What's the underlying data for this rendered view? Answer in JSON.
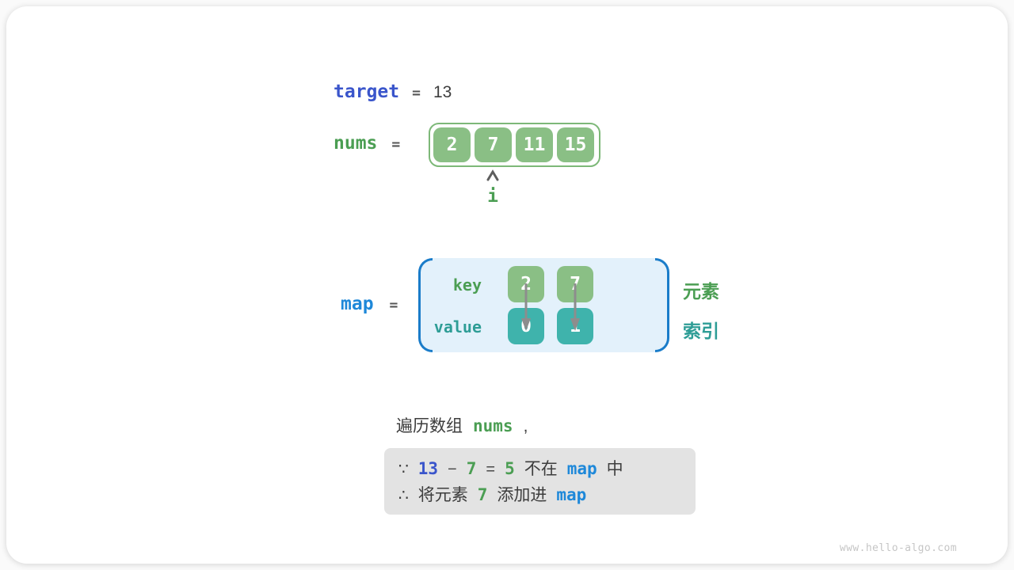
{
  "colors": {
    "indigo": "#3a55cb",
    "azure": "#1e88d9",
    "green-text": "#4b9e53",
    "teal-text": "#2e9d96",
    "green-cell": "#8abf85",
    "green-border": "#7db878",
    "teal-cell": "#3fb3ac",
    "dark-text": "#3d3d3d",
    "muted-eq": "#555555",
    "arrow-gray": "#8d8d8d",
    "map-fill": "#e3f1fb",
    "map-bracket": "#1a7cc9",
    "note-bg": "#e3e3e3",
    "watermark": "#c6c6c6"
  },
  "target_row": {
    "label": "target",
    "equals": "=",
    "value": "13"
  },
  "nums_row": {
    "label": "nums",
    "equals": "=",
    "cells": [
      "2",
      "7",
      "11",
      "15"
    ],
    "pointer_label": "i"
  },
  "map_section": {
    "label": "map",
    "equals": "=",
    "key_label": "key",
    "value_label": "value",
    "keys": [
      "2",
      "7"
    ],
    "values": [
      "0",
      "1"
    ],
    "element_label": "元素",
    "index_label": "索引"
  },
  "caption": {
    "text": "遍历数组",
    "code": "nums",
    "comma": ","
  },
  "note": {
    "line1": {
      "because": "∵",
      "target": "13",
      "minus": "−",
      "num": "7",
      "equals": "=",
      "result": "5",
      "text1": "不在",
      "map": "map",
      "text2": "中"
    },
    "line2": {
      "therefore": "∴",
      "text1": "将元素",
      "num": "7",
      "text2": "添加进",
      "map": "map"
    }
  },
  "watermark": "www.hello-algo.com"
}
